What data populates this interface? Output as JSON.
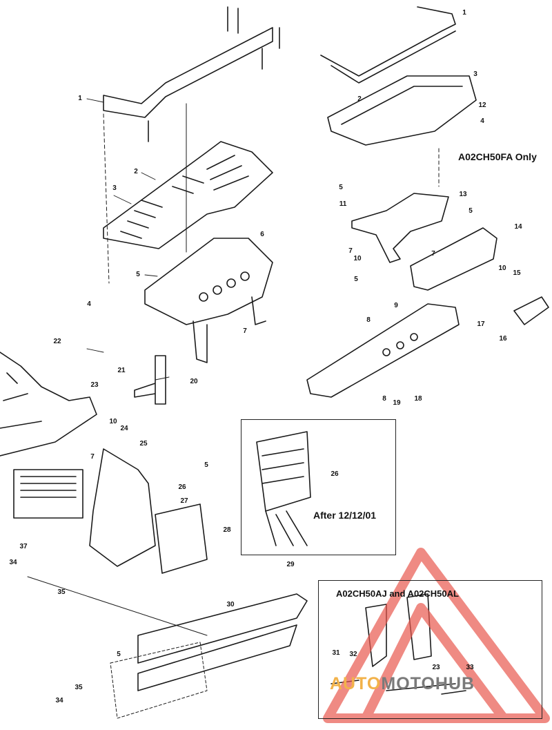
{
  "captions": {
    "fa_only": "A02CH50FA Only",
    "after_date": "After 12/12/01",
    "aj_al": "A02CH50AJ and A02CH50AL"
  },
  "callouts": [
    {
      "id": "c1a",
      "label": "1"
    },
    {
      "id": "c1b",
      "label": "1"
    },
    {
      "id": "c2a",
      "label": "2"
    },
    {
      "id": "c2b",
      "label": "2"
    },
    {
      "id": "c3a",
      "label": "3"
    },
    {
      "id": "c3b",
      "label": "3"
    },
    {
      "id": "c4a",
      "label": "4"
    },
    {
      "id": "c4b",
      "label": "4"
    },
    {
      "id": "c5a",
      "label": "5"
    },
    {
      "id": "c5b",
      "label": "5"
    },
    {
      "id": "c5c",
      "label": "5"
    },
    {
      "id": "c5d",
      "label": "5"
    },
    {
      "id": "c5e",
      "label": "5"
    },
    {
      "id": "c5f",
      "label": "5"
    },
    {
      "id": "c6",
      "label": "6"
    },
    {
      "id": "c7a",
      "label": "7"
    },
    {
      "id": "c7b",
      "label": "7"
    },
    {
      "id": "c7c",
      "label": "7"
    },
    {
      "id": "c7d",
      "label": "7"
    },
    {
      "id": "c8a",
      "label": "8"
    },
    {
      "id": "c8b",
      "label": "8"
    },
    {
      "id": "c9",
      "label": "9"
    },
    {
      "id": "c10a",
      "label": "10"
    },
    {
      "id": "c10b",
      "label": "10"
    },
    {
      "id": "c10c",
      "label": "10"
    },
    {
      "id": "c11",
      "label": "11"
    },
    {
      "id": "c12",
      "label": "12"
    },
    {
      "id": "c13",
      "label": "13"
    },
    {
      "id": "c14",
      "label": "14"
    },
    {
      "id": "c15",
      "label": "15"
    },
    {
      "id": "c16",
      "label": "16"
    },
    {
      "id": "c17",
      "label": "17"
    },
    {
      "id": "c18",
      "label": "18"
    },
    {
      "id": "c19",
      "label": "19"
    },
    {
      "id": "c20",
      "label": "20"
    },
    {
      "id": "c21",
      "label": "21"
    },
    {
      "id": "c22",
      "label": "22"
    },
    {
      "id": "c23a",
      "label": "23"
    },
    {
      "id": "c23b",
      "label": "23"
    },
    {
      "id": "c24",
      "label": "24"
    },
    {
      "id": "c25",
      "label": "25"
    },
    {
      "id": "c26a",
      "label": "26"
    },
    {
      "id": "c26b",
      "label": "26"
    },
    {
      "id": "c27",
      "label": "27"
    },
    {
      "id": "c28",
      "label": "28"
    },
    {
      "id": "c29",
      "label": "29"
    },
    {
      "id": "c30",
      "label": "30"
    },
    {
      "id": "c31",
      "label": "31"
    },
    {
      "id": "c32",
      "label": "32"
    },
    {
      "id": "c33",
      "label": "33"
    },
    {
      "id": "c34a",
      "label": "34"
    },
    {
      "id": "c34b",
      "label": "34"
    },
    {
      "id": "c35a",
      "label": "35"
    },
    {
      "id": "c35b",
      "label": "35"
    },
    {
      "id": "c37",
      "label": "37"
    }
  ],
  "watermark": {
    "text_a": "AUTO",
    "text_b": "MOTOHUB",
    "colors": {
      "triangle": "#e8584f",
      "text_a": "#f2b24a",
      "text_b": "#7a7a7a"
    }
  }
}
